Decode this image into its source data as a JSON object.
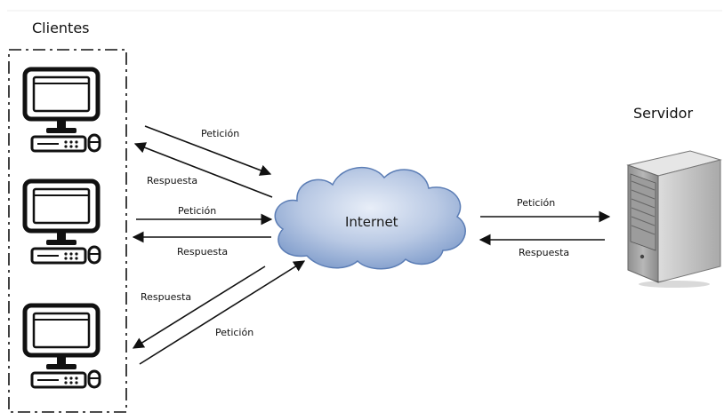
{
  "labels": {
    "clients": "Clientes",
    "server": "Servidor",
    "internet": "Internet"
  },
  "arrows": {
    "c1_request": "Petición",
    "c1_response": "Respuesta",
    "c2_request": "Petición",
    "c2_response": "Respuesta",
    "c3_response": "Respuesta",
    "c3_request": "Petición",
    "srv_request": "Petición",
    "srv_response": "Respuesta"
  },
  "icons": {
    "client": "desktop-computer-icon",
    "server": "server-tower-icon",
    "network": "cloud-icon"
  }
}
